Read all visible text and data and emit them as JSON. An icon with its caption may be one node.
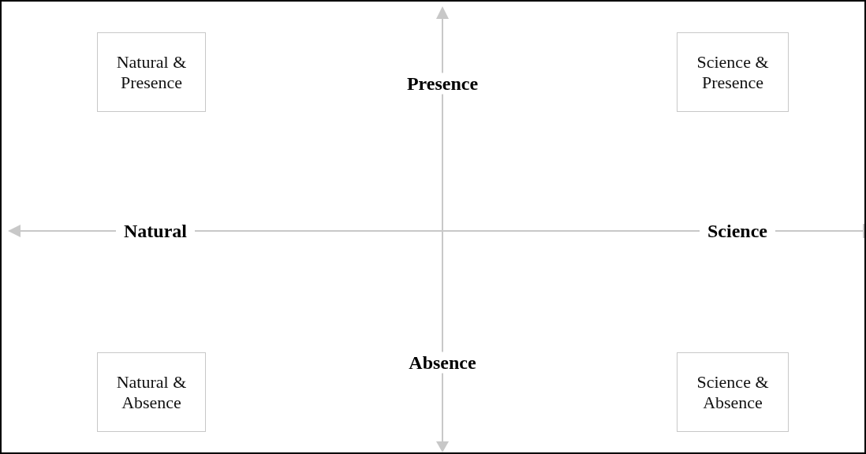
{
  "diagram": {
    "nodes": [
      {
        "text": [
          "Natural & Presence"
        ]
      },
      {
        "text": [
          "Science & Presence"
        ]
      },
      {
        "text": [
          "Natural & Absence"
        ]
      },
      {
        "text": [
          "Science & Absence"
        ]
      }
    ],
    "labels": [
      "Presence",
      "Natural",
      "Science",
      "Absence"
    ]
  }
}
